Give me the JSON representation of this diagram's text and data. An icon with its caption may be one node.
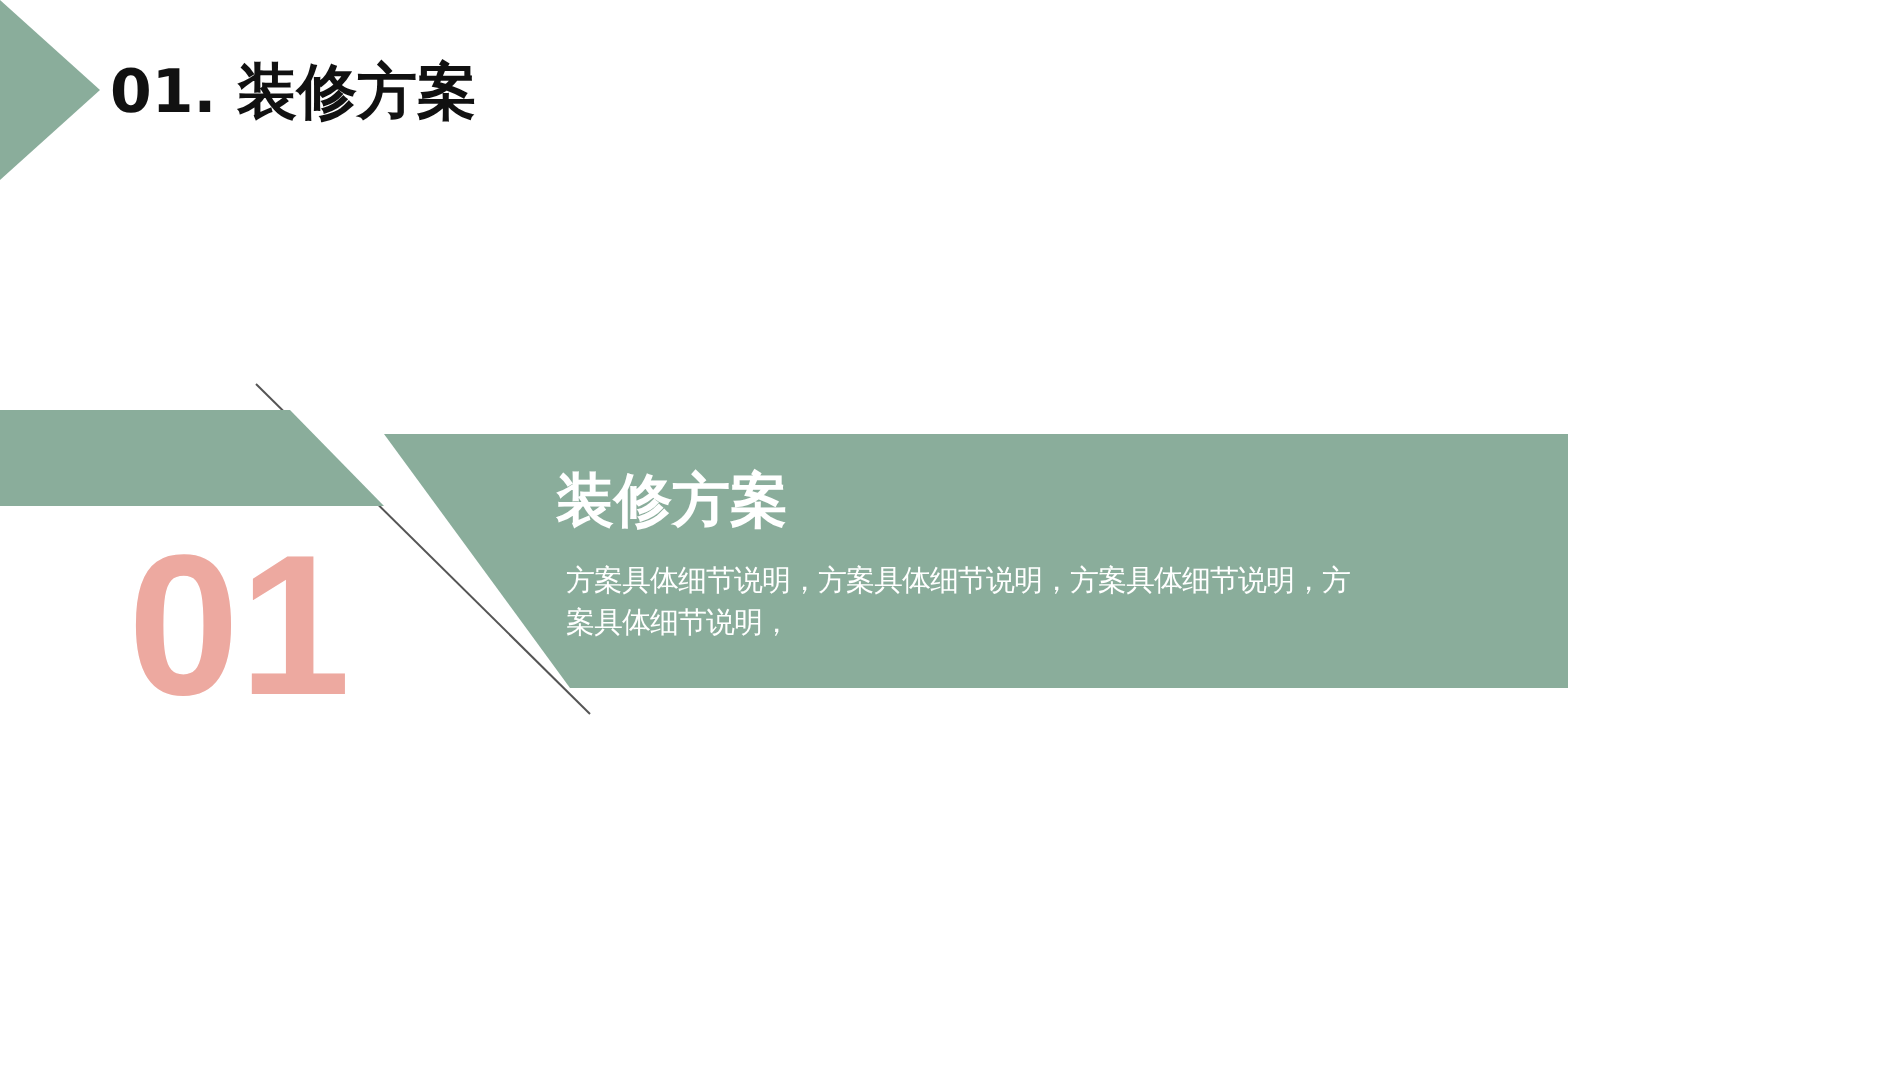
{
  "diagram": {
    "title": "01. 装修方案",
    "nodes": [
      {
        "text": [],
        "shape": "triangle"
      },
      {
        "text": [],
        "shape": "bar"
      },
      {
        "text": [
          "装修方案",
          "方案具体细节说明，方案具体细节说明，方案具体细节说明，方案具体细节说明，"
        ]
      }
    ],
    "labels": [
      "01"
    ]
  }
}
